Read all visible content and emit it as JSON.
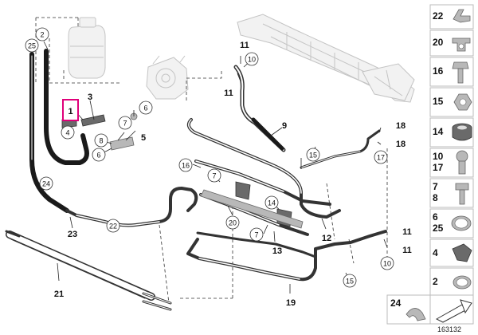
{
  "diagram": {
    "callouts": {
      "c1": "1",
      "c2": "2",
      "c3": "3",
      "c4": "4",
      "c5": "5",
      "c6a": "6",
      "c6b": "6",
      "c7a": "7",
      "c7b": "7",
      "c7c": "7",
      "c8": "8",
      "c9": "9",
      "c10a": "10",
      "c10b": "10",
      "c11a": "11",
      "c11b": "11",
      "c11c": "11",
      "c11d": "11",
      "c12": "12",
      "c13": "13",
      "c14": "14",
      "c15a": "15",
      "c15b": "15",
      "c16": "16",
      "c17": "17",
      "c18a": "18",
      "c18b": "18",
      "c19": "19",
      "c20": "20",
      "c21": "21",
      "c22": "22",
      "c23": "23",
      "c24": "24",
      "c25": "25"
    },
    "parts_column": [
      {
        "label": "22",
        "icon": "clip-22-icon"
      },
      {
        "label": "20",
        "icon": "bracket-20-icon"
      },
      {
        "label": "16",
        "icon": "bolt-16-icon"
      },
      {
        "label": "15",
        "icon": "nut-15-icon"
      },
      {
        "label": "14",
        "icon": "grommet-14-icon"
      },
      {
        "label": "10\n17",
        "icon": "banjo-bolt-icon"
      },
      {
        "label": "7\n8",
        "icon": "bolt-7-8-icon"
      },
      {
        "label": "6\n25",
        "icon": "hose-clamp-icon"
      },
      {
        "label": "4",
        "icon": "clip-4-icon"
      },
      {
        "label": "2",
        "icon": "clamp-2-icon"
      }
    ],
    "bottom_cell_label": "24",
    "reference_number": "163132"
  }
}
